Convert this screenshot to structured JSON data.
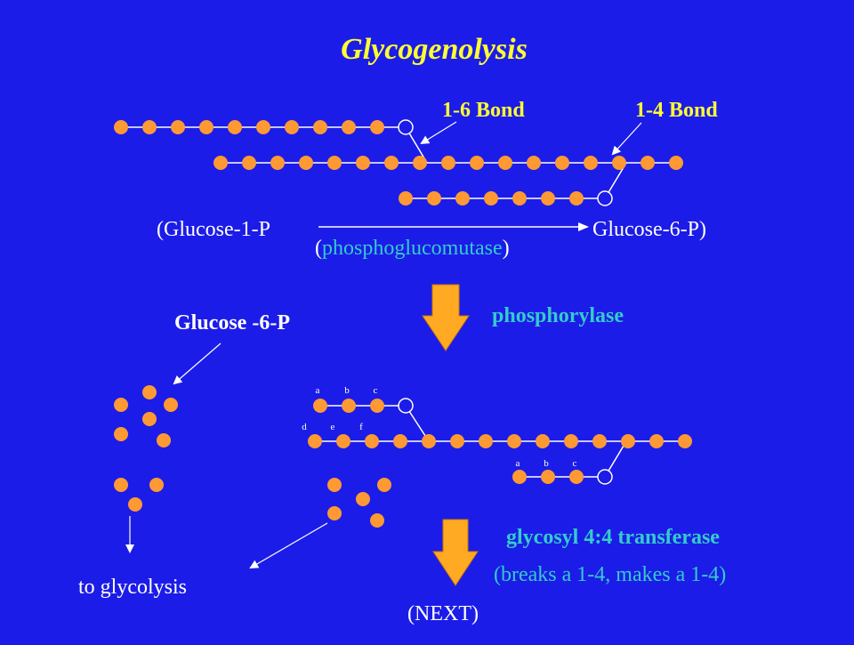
{
  "title": "Glycogenolysis",
  "labels": {
    "bond_16": "1-6 Bond",
    "bond_14": "1-4 Bond",
    "g1p": "(Glucose-1-P",
    "g6p": "Glucose-6-P)",
    "enzyme_paren_open": "(",
    "enzyme": "phosphoglucomutase",
    "enzyme_paren_close": ")",
    "phosphorylase": "phosphorylase",
    "glucose_6p": "Glucose -6-P",
    "transferase": "glycosyl 4:4 transferase",
    "transferase_note": "(breaks a 1-4, makes a 1-4)",
    "to_glycolysis": "to glycolysis",
    "next": "(NEXT)"
  },
  "residue_letters": {
    "top": [
      "a",
      "b",
      "c"
    ],
    "middle": [
      "d",
      "e",
      "f"
    ],
    "bottom": [
      "a",
      "b",
      "c"
    ]
  },
  "colors": {
    "background": "#1c1ce8",
    "title": "#ffff33",
    "white_text": "#ffffff",
    "cyan_text": "#33cccc",
    "glucose_fill": "#ff9933",
    "arrow_fill": "#ffaa22",
    "line": "#ffffff"
  }
}
